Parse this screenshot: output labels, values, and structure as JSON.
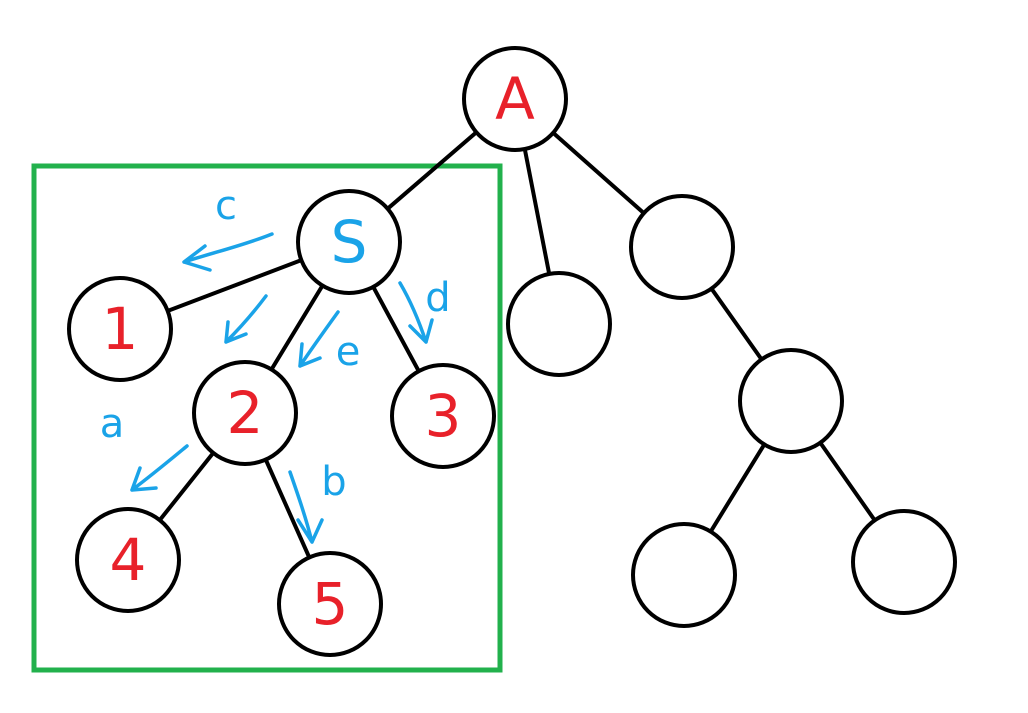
{
  "colors": {
    "node_label": "#e8212a",
    "annotation": "#1aa3e8",
    "highlight": "#22b14c",
    "stroke": "#000000"
  },
  "nodes": [
    {
      "id": "A",
      "label": "A"
    },
    {
      "id": "S",
      "label": "S"
    },
    {
      "id": "n1",
      "label": "1"
    },
    {
      "id": "n2",
      "label": "2"
    },
    {
      "id": "n3",
      "label": "3"
    },
    {
      "id": "n4",
      "label": "4"
    },
    {
      "id": "n5",
      "label": "5"
    },
    {
      "id": "u1",
      "label": ""
    },
    {
      "id": "u2",
      "label": ""
    },
    {
      "id": "u3",
      "label": ""
    },
    {
      "id": "u4",
      "label": ""
    },
    {
      "id": "u5",
      "label": ""
    }
  ],
  "edges": [
    {
      "from": "A",
      "to": "S"
    },
    {
      "from": "A",
      "to": "u1"
    },
    {
      "from": "A",
      "to": "u2"
    },
    {
      "from": "S",
      "to": "n1"
    },
    {
      "from": "S",
      "to": "n2"
    },
    {
      "from": "S",
      "to": "n3"
    },
    {
      "from": "n2",
      "to": "n4"
    },
    {
      "from": "n2",
      "to": "n5"
    },
    {
      "from": "u2",
      "to": "u3"
    },
    {
      "from": "u3",
      "to": "u4"
    },
    {
      "from": "u3",
      "to": "u5"
    }
  ],
  "annotations": [
    {
      "id": "c",
      "label": "c",
      "edge": "S-1"
    },
    {
      "id": "d",
      "label": "d",
      "edge": "S-3"
    },
    {
      "id": "e",
      "label": "e",
      "edge": "S-2"
    },
    {
      "id": "a",
      "label": "a",
      "edge": "2-4"
    },
    {
      "id": "b",
      "label": "b",
      "edge": "2-5"
    }
  ]
}
